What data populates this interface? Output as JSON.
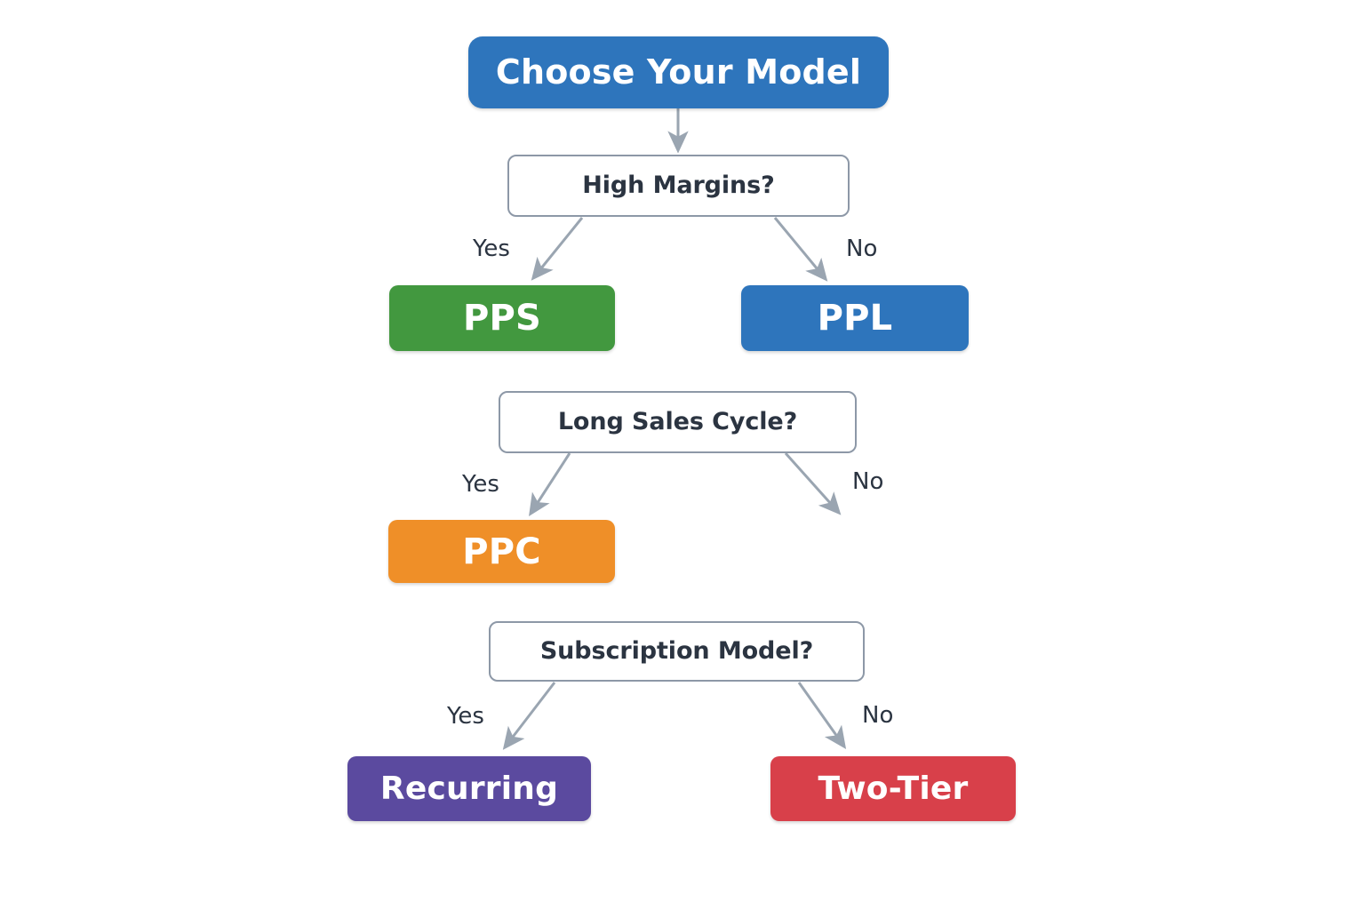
{
  "diagram": {
    "title": "Choose Your Model",
    "background_color": "#ffffff",
    "edge_color": "#9aa5b1",
    "decision_border_color": "#8d98a7",
    "text_color": "#2b3441"
  },
  "nodes": {
    "start": {
      "label": "Choose Your Model",
      "type": "start",
      "color": "#2e75bc",
      "text_color": "#ffffff"
    },
    "decision_margins": {
      "label": "High Margins?",
      "type": "decision",
      "color": "#ffffff",
      "text_color": "#2b3441"
    },
    "outcome_pps": {
      "label": "PPS",
      "type": "outcome",
      "color": "#42983f",
      "text_color": "#ffffff"
    },
    "outcome_ppl": {
      "label": "PPL",
      "type": "outcome",
      "color": "#2e75bc",
      "text_color": "#ffffff"
    },
    "decision_sales_cycle": {
      "label": "Long Sales Cycle?",
      "type": "decision",
      "color": "#ffffff",
      "text_color": "#2b3441"
    },
    "outcome_ppc": {
      "label": "PPC",
      "type": "outcome",
      "color": "#ef8f28",
      "text_color": "#ffffff"
    },
    "decision_subscription": {
      "label": "Subscription Model?",
      "type": "decision",
      "color": "#ffffff",
      "text_color": "#2b3441"
    },
    "outcome_recurring": {
      "label": "Recurring",
      "type": "outcome",
      "color": "#5b4a9f",
      "text_color": "#ffffff"
    },
    "outcome_two_tier": {
      "label": "Two-Tier",
      "type": "outcome",
      "color": "#d8404a",
      "text_color": "#ffffff"
    }
  },
  "edge_labels": {
    "margins_yes": "Yes",
    "margins_no": "No",
    "sales_cycle_yes": "Yes",
    "sales_cycle_no": "No",
    "subscription_yes": "Yes",
    "subscription_no": "No"
  },
  "chart_data": {
    "type": "diagram",
    "title": "Choose Your Model",
    "nodes": [
      {
        "id": "start",
        "label": "Choose Your Model",
        "shape": "rounded-rect",
        "fill": "#2e75bc"
      },
      {
        "id": "decision_margins",
        "label": "High Margins?",
        "shape": "rounded-rect-outline",
        "fill": "#ffffff"
      },
      {
        "id": "outcome_pps",
        "label": "PPS",
        "shape": "rounded-rect",
        "fill": "#42983f"
      },
      {
        "id": "outcome_ppl",
        "label": "PPL",
        "shape": "rounded-rect",
        "fill": "#2e75bc"
      },
      {
        "id": "decision_sales_cycle",
        "label": "Long Sales Cycle?",
        "shape": "rounded-rect-outline",
        "fill": "#ffffff"
      },
      {
        "id": "outcome_ppc",
        "label": "PPC",
        "shape": "rounded-rect",
        "fill": "#ef8f28"
      },
      {
        "id": "decision_subscription",
        "label": "Subscription Model?",
        "shape": "rounded-rect-outline",
        "fill": "#ffffff"
      },
      {
        "id": "outcome_recurring",
        "label": "Recurring",
        "shape": "rounded-rect",
        "fill": "#5b4a9f"
      },
      {
        "id": "outcome_two_tier",
        "label": "Two-Tier",
        "shape": "rounded-rect",
        "fill": "#d8404a"
      }
    ],
    "edges": [
      {
        "from": "start",
        "to": "decision_margins",
        "label": ""
      },
      {
        "from": "decision_margins",
        "to": "outcome_pps",
        "label": "Yes"
      },
      {
        "from": "decision_margins",
        "to": "outcome_ppl",
        "label": "No"
      },
      {
        "from": "decision_sales_cycle",
        "to": "outcome_ppc",
        "label": "Yes"
      },
      {
        "from": "decision_sales_cycle",
        "to": "",
        "label": "No"
      },
      {
        "from": "decision_subscription",
        "to": "outcome_recurring",
        "label": "Yes"
      },
      {
        "from": "decision_subscription",
        "to": "outcome_two_tier",
        "label": "No"
      }
    ]
  }
}
